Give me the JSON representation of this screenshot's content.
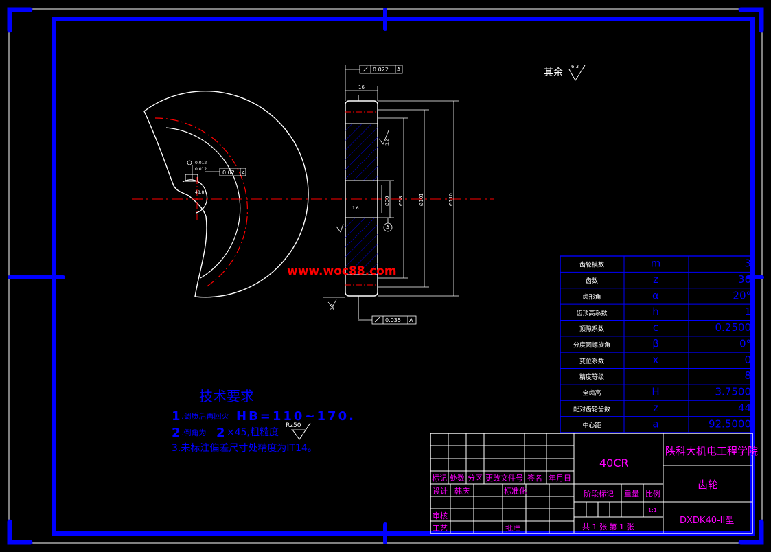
{
  "watermark": "www.woc88.com",
  "surface_finish": {
    "label": "其余",
    "value": "6.3"
  },
  "tolerances": {
    "top_runout": "0.022",
    "top_datum": "A",
    "bottom_runout": "0.035",
    "bottom_datum": "A",
    "bore_symmetry": "0.02",
    "bore_datum": "A",
    "bore_cyl_a": "0.012",
    "bore_cyl_b": "0.012"
  },
  "dims": {
    "width": "16",
    "roughness_flank": "3.2",
    "roughness_side": "3.2",
    "roughness_face": "1.6",
    "key_dim": "48.8",
    "bore": "Ø30",
    "hub": "Ø58",
    "root": "Ø101",
    "tip": "Ø110",
    "section_a": "A"
  },
  "gear_table": {
    "rows": [
      {
        "name": "齿轮模数",
        "symbol": "m",
        "value": "3"
      },
      {
        "name": "齿数",
        "symbol": "z",
        "value": "36"
      },
      {
        "name": "齿形角",
        "symbol": "α",
        "value": "20°"
      },
      {
        "name": "齿顶高系数",
        "symbol": "h",
        "value": "1"
      },
      {
        "name": "顶隙系数",
        "symbol": "c",
        "value": "0.2500"
      },
      {
        "name": "分度圆螺旋角",
        "symbol": "β",
        "value": "0°"
      },
      {
        "name": "变位系数",
        "symbol": "x",
        "value": "0"
      },
      {
        "name": "精度等级",
        "symbol": "",
        "value": "8"
      },
      {
        "name": "全齿高",
        "symbol": "H",
        "value": "3.7500"
      },
      {
        "name": "配对齿轮齿数",
        "symbol": "z",
        "value": "44"
      },
      {
        "name": "中心距",
        "symbol": "a",
        "value": "92.5000"
      }
    ]
  },
  "tech": {
    "title": "技术要求",
    "l1_num": "1",
    "l1_text": ".调质后再回火",
    "l1_big": "HB=110~170.",
    "l2_num": "2",
    "l2_text": ".倒角为",
    "l2_big": "2",
    "l2_tail": "×45,粗糙度",
    "l2_rz": "Rz50",
    "l3": "3.未标注偏差尺寸处精度为IT14。"
  },
  "title_block": {
    "material": "40CR",
    "school": "陕科大机电工程学院",
    "part_name": "齿轮",
    "drawing_no": "DXDK40-II型",
    "h_marker": "标记",
    "h_count": "处数",
    "h_zone": "分区",
    "h_docno": "更改文件号",
    "h_sign": "签名",
    "h_date": "年月日",
    "r_design": "设计",
    "r_designer": "韩庆",
    "r_std": "标准化",
    "r_check": "审核",
    "r_process": "工艺",
    "r_approve": "批准",
    "stage_mark": "阶段标记",
    "weight": "重量",
    "scale": "比例",
    "scale_value": "1:1",
    "sheets": "共 1 张 第 1 张"
  }
}
